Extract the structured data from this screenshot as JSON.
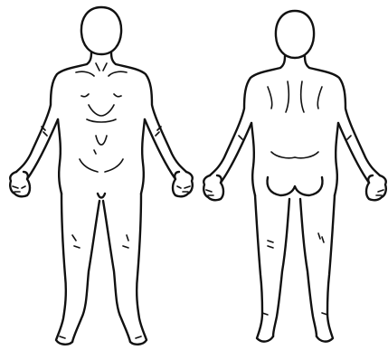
{
  "diagram": {
    "type": "body-outline-chart",
    "views": [
      {
        "id": "front",
        "kind": "anterior"
      },
      {
        "id": "back",
        "kind": "posterior"
      }
    ],
    "line_color": "#111111",
    "background": "#ffffff"
  }
}
